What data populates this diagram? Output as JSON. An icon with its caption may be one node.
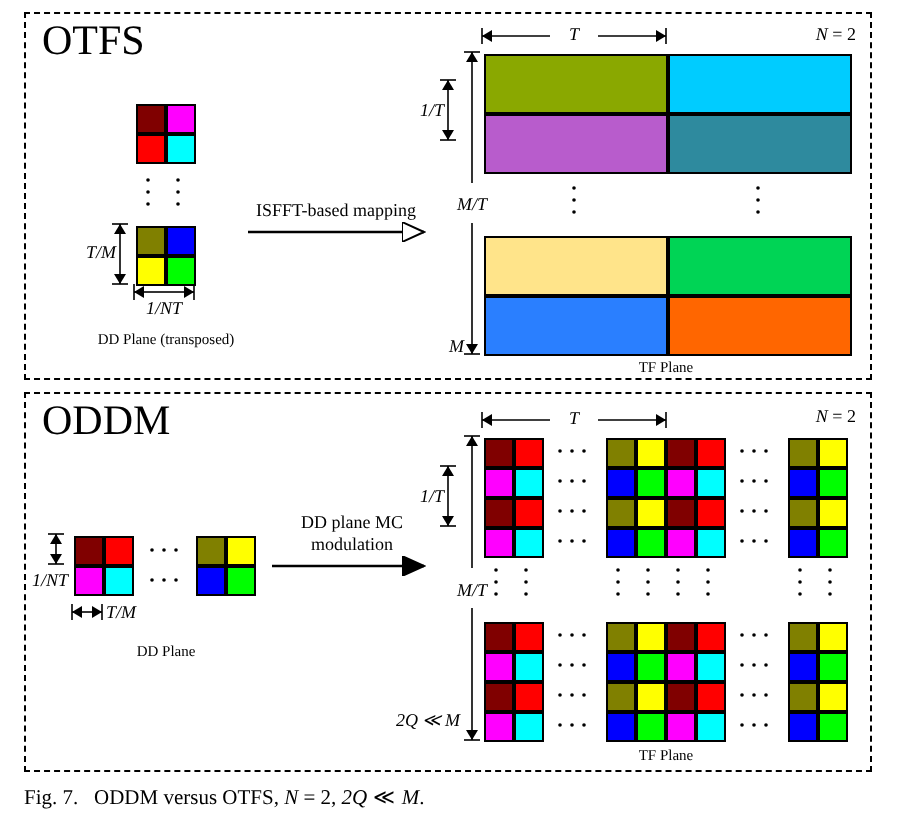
{
  "diagram": {
    "caption": "Fig. 7.   ODDM versus OTFS, *N* = 2, *2Q* ≪ *M*.",
    "nodes": [
      {
        "text": [
          "OTFS"
        ]
      },
      {
        "text": [
          "DD Plane (transposed)"
        ],
        "in": 0
      },
      {
        "text": [
          "TF Plane"
        ],
        "in": 0
      },
      {
        "text": [
          "ODDM"
        ]
      },
      {
        "text": [
          "DD Plane"
        ],
        "in": 3
      },
      {
        "text": [
          "TF Plane"
        ],
        "in": 3
      }
    ],
    "edges": [
      {
        "from": 1,
        "to": 2,
        "arrow": "to",
        "label": "ISFFT-based mapping"
      },
      {
        "from": 4,
        "to": 5,
        "arrow": "to",
        "label": "DD plane MC modulation"
      }
    ],
    "labels": [
      "T/M",
      "1/NT",
      "T",
      "*N* = 2",
      "1/T",
      "M/T",
      "M",
      "1/NT",
      "T/M",
      "T",
      "*N* = 2",
      "1/T",
      "M/T",
      "2Q ≪ M"
    ]
  }
}
